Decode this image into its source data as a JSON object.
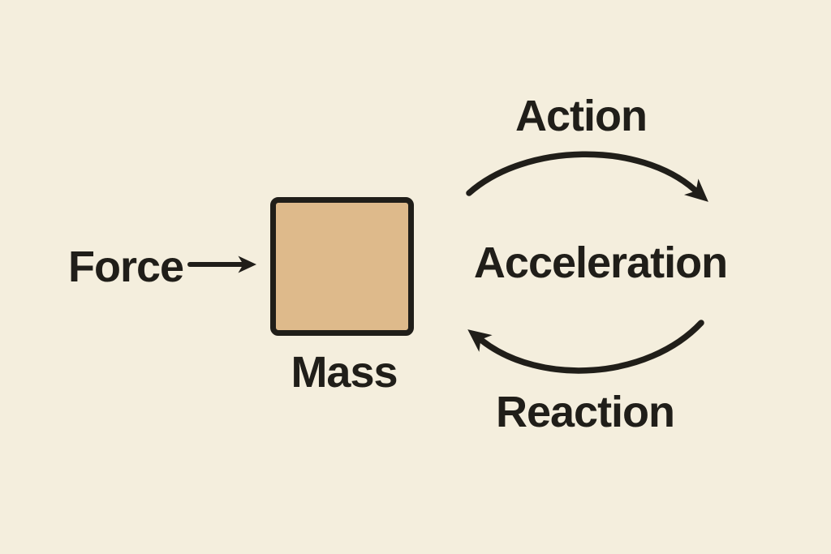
{
  "diagram": {
    "labels": {
      "force": "Force",
      "mass": "Mass",
      "action": "Action",
      "acceleration": "Acceleration",
      "reaction": "Reaction"
    },
    "arrows": {
      "force_arrow": "straight arrow pointing right from Force label to Mass square",
      "action_arrow": "curved arrow arcing left-to-right from Mass toward Acceleration",
      "reaction_arrow": "curved arrow arcing right-to-left from Acceleration back toward Mass"
    },
    "colors": {
      "background": "#f4eedd",
      "ink": "#201e19",
      "square_fill": "#deba8b"
    }
  }
}
